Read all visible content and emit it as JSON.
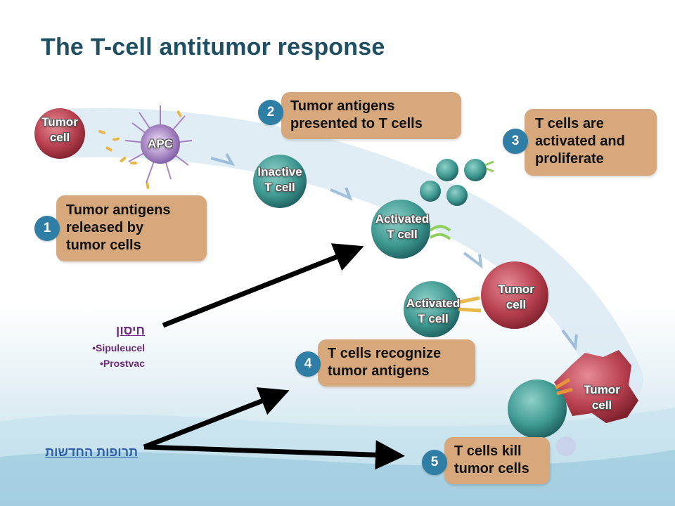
{
  "title": "The T-cell antitumor response",
  "steps": [
    {
      "number": "1",
      "lines": [
        "Tumor antigens",
        "released by",
        "tumor cells"
      ]
    },
    {
      "number": "2",
      "lines": [
        "Tumor antigens",
        "presented to T cells"
      ]
    },
    {
      "number": "3",
      "lines": [
        "T cells are",
        "activated and",
        "proliferate"
      ]
    },
    {
      "number": "4",
      "lines": [
        "T cells recognize",
        "tumor antigens"
      ]
    },
    {
      "number": "5",
      "lines": [
        "T cells kill",
        "tumor cells"
      ]
    }
  ],
  "cells": {
    "tumor_1": [
      "Tumor",
      "cell"
    ],
    "apc": [
      "APC"
    ],
    "inactive_t": [
      "Inactive",
      "T cell"
    ],
    "activated_t_1": [
      "Activated",
      "T cell"
    ],
    "activated_t_2": [
      "Activated",
      "T cell"
    ],
    "tumor_2": [
      "Tumor",
      "cell"
    ],
    "tumor_3": [
      "Tumor",
      "cell"
    ]
  },
  "vaccine": {
    "heading": "חיסון",
    "drugs": [
      "•Sipuleucel",
      "•Prostvac"
    ],
    "heading_color": "#6b2d7a"
  },
  "new_drugs": {
    "heading": "תרופות החדשות",
    "color": "#2f5fa8"
  },
  "colors": {
    "title": "#1e4f63",
    "box": "#d6a87c",
    "badge": "#2f7ea6",
    "tumor_cell": "#b8404f",
    "t_cell": "#3f9a92",
    "apc": "#9a6fb8"
  }
}
